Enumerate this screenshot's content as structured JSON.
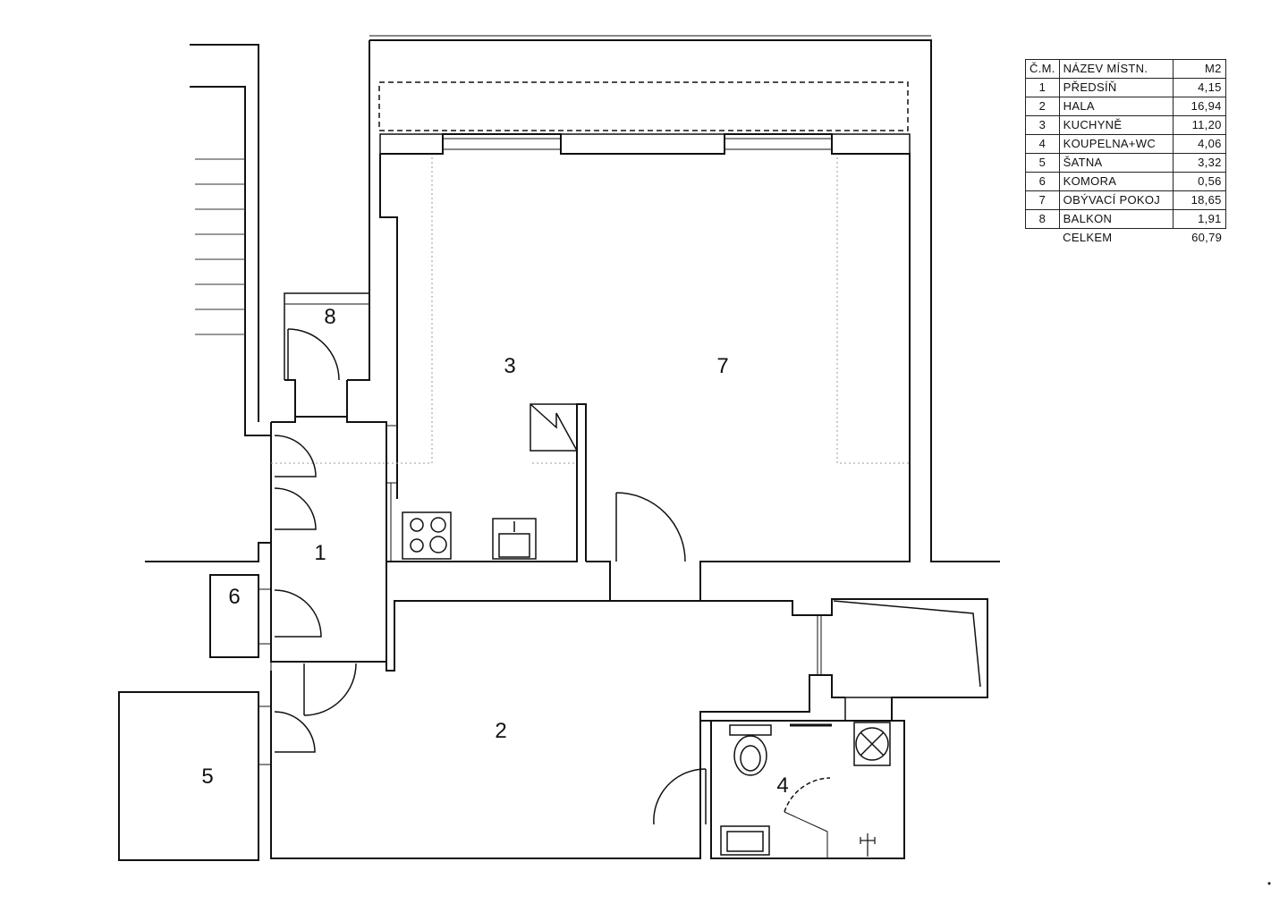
{
  "legend": {
    "headers": {
      "num": "Č.M.",
      "name": "NÁZEV MÍSTN.",
      "area": "m2"
    },
    "rows": [
      {
        "num": "1",
        "name": "PŘEDSÍŇ",
        "area": "4,15"
      },
      {
        "num": "2",
        "name": "HALA",
        "area": "16,94"
      },
      {
        "num": "3",
        "name": "KUCHYNĚ",
        "area": "11,20"
      },
      {
        "num": "4",
        "name": "KOUPELNA+WC",
        "area": "4,06"
      },
      {
        "num": "5",
        "name": "ŠATNA",
        "area": "3,32"
      },
      {
        "num": "6",
        "name": "KOMORA",
        "area": "0,56"
      },
      {
        "num": "7",
        "name": "OBÝVACÍ POKOJ",
        "area": "18,65"
      },
      {
        "num": "8",
        "name": "BALKON",
        "area": "1,91"
      }
    ],
    "total": {
      "label": "CELKEM",
      "area": "60,79"
    }
  },
  "rooms": {
    "r1": "1",
    "r2": "2",
    "r3": "3",
    "r4": "4",
    "r5": "5",
    "r6": "6",
    "r7": "7",
    "r8": "8"
  },
  "colors": {
    "line": "#111111",
    "thin": "#555555",
    "dotted": "#999999",
    "background": "#ffffff"
  },
  "icons": {
    "hob": "cooktop-icon",
    "sink": "sink-icon",
    "toilet": "toilet-icon",
    "washbasin": "washbasin-icon",
    "shower": "shower-icon",
    "vent": "ventilation-icon"
  }
}
